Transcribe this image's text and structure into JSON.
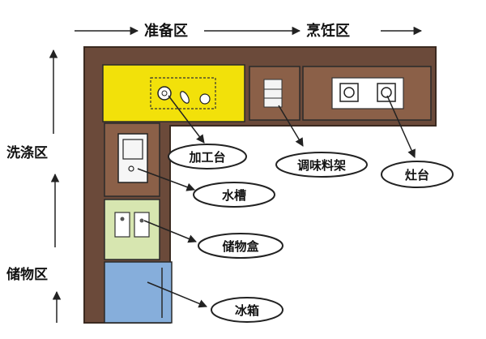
{
  "zones": {
    "prep": "准备区",
    "cook": "烹饪区",
    "wash": "洗涤区",
    "storage": "储物区"
  },
  "labels": {
    "worktop": "加工台",
    "spice_rack": "调味料架",
    "stove": "灶台",
    "sink": "水槽",
    "storage_box": "储物盒",
    "fridge": "冰箱"
  },
  "colors": {
    "counter": "#6b4a3a",
    "worktop": "#f2e10a",
    "cabinet": "#8b6048",
    "storage_box": "#d7e6b0",
    "fridge": "#86aedb"
  }
}
